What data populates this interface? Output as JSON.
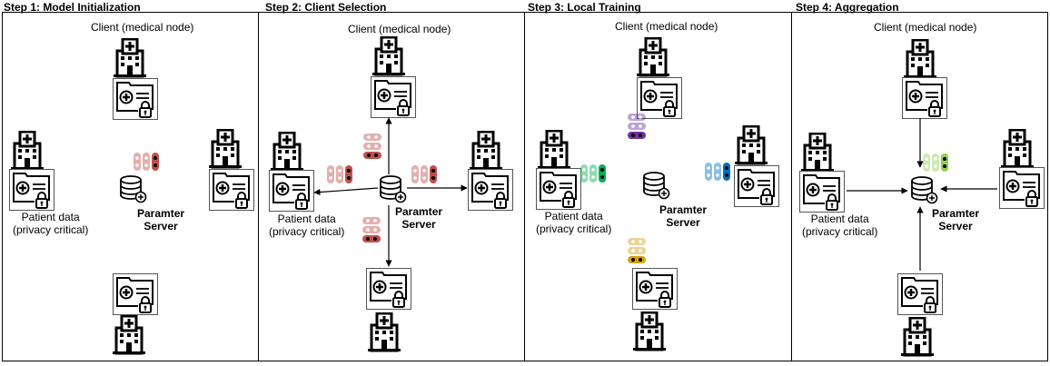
{
  "steps": [
    {
      "title": "Step 1: Model Initialization"
    },
    {
      "title": "Step 2: Client Selection"
    },
    {
      "title": "Step 3: Local Training"
    },
    {
      "title": "Step 4: Aggregation"
    }
  ],
  "labels": {
    "client": "Client (medical node)",
    "patient_data_line1": "Patient data",
    "patient_data_line2": "(privacy critical)",
    "server_line1": "Paramter",
    "server_line2": "Server"
  },
  "colors": {
    "model_red": "#c0504d",
    "model_light_red": "#e6b8b7",
    "model_purple": "#7030a0",
    "model_green": "#00b050",
    "model_blue": "#0070c0",
    "model_yellow": "#d4a017",
    "model_light_green": "#92d050"
  }
}
